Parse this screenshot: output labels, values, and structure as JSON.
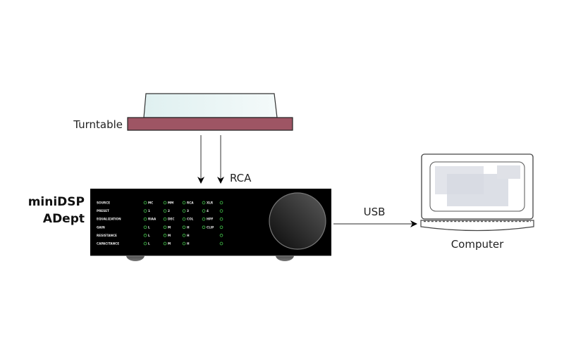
{
  "turntable": {
    "label": "Turntable",
    "base_color": "#9e5564",
    "cover_color": "#e6f4f5"
  },
  "connections": {
    "rca_label": "RCA",
    "usb_label": "USB"
  },
  "device": {
    "brand": "miniDSP",
    "model": "ADept",
    "body_color": "#000000",
    "led_color": "#3cb043",
    "rows": [
      {
        "name": "SOURCE",
        "options": [
          "MC",
          "MM",
          "RCA",
          "XLR"
        ],
        "extra_led": true
      },
      {
        "name": "PRESET",
        "options": [
          "1",
          "2",
          "3",
          "4"
        ],
        "extra_led": true
      },
      {
        "name": "EQUALIZATION",
        "options": [
          "RIAA",
          "DEC",
          "COL",
          "HPF"
        ],
        "extra_led": true
      },
      {
        "name": "GAIN",
        "options": [
          "L",
          "M",
          "H",
          "CLIP"
        ],
        "extra_led": true
      },
      {
        "name": "RESISTANCE",
        "options": [
          "L",
          "M",
          "H"
        ],
        "extra_led": true
      },
      {
        "name": "CAPACITANCE",
        "options": [
          "L",
          "M",
          "H"
        ],
        "extra_led": true
      }
    ]
  },
  "computer": {
    "label": "Computer"
  }
}
